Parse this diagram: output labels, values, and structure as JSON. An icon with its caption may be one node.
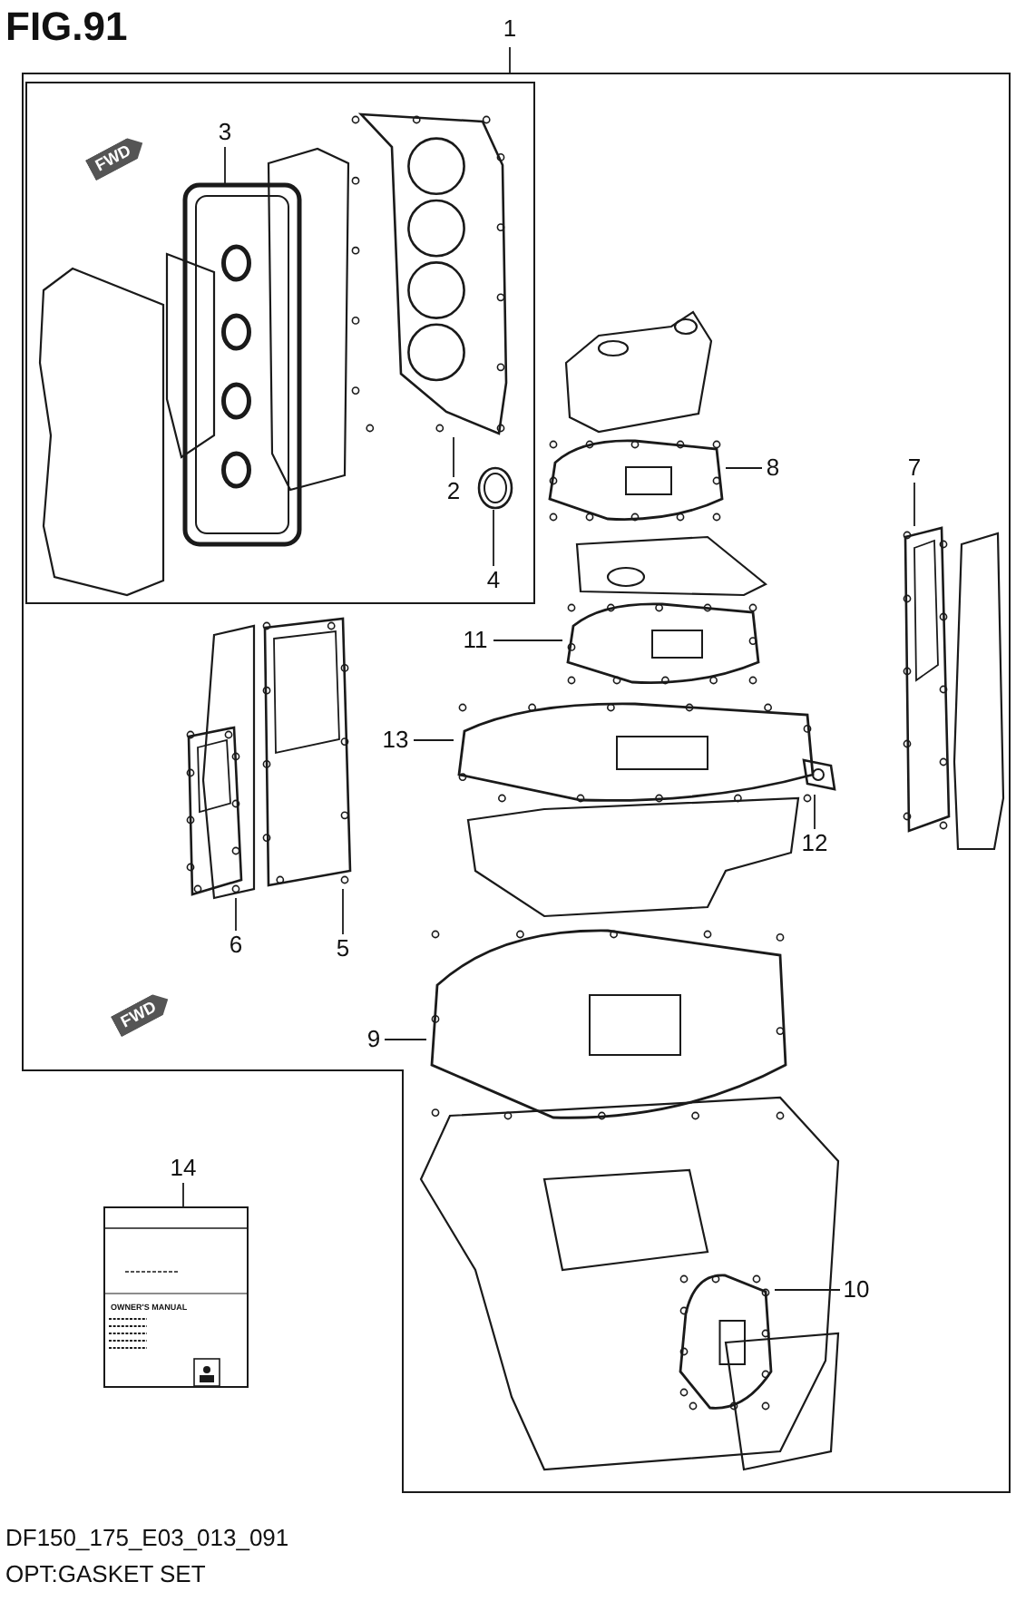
{
  "diagram": {
    "title": "FIG.91",
    "nodes": [
      {
        "text": [
          "1"
        ]
      },
      {
        "text": [],
        "shape": "box"
      },
      {
        "text": [],
        "shape": "box",
        "in": 1
      },
      {
        "text": [
          "3"
        ],
        "in": 2
      },
      {
        "text": [],
        "shape": "picture",
        "in": 2
      },
      {
        "text": [
          "2"
        ],
        "in": 2
      },
      {
        "text": [],
        "shape": "picture",
        "in": 2
      },
      {
        "text": [
          "4"
        ],
        "in": 2
      },
      {
        "text": [],
        "shape": "picture",
        "in": 2
      },
      {
        "text": [
          "8"
        ],
        "in": 1
      },
      {
        "text": [],
        "shape": "picture",
        "in": 1
      },
      {
        "text": [
          "7"
        ],
        "in": 1
      },
      {
        "text": [],
        "shape": "picture",
        "in": 1
      },
      {
        "text": [
          "11"
        ],
        "in": 1
      },
      {
        "text": [],
        "shape": "picture",
        "in": 1
      },
      {
        "text": [
          "13"
        ],
        "in": 1
      },
      {
        "text": [],
        "shape": "picture",
        "in": 1
      },
      {
        "text": [
          "12"
        ],
        "in": 1
      },
      {
        "text": [],
        "shape": "picture",
        "in": 1
      },
      {
        "text": [
          "6"
        ],
        "in": 1
      },
      {
        "text": [],
        "shape": "picture",
        "in": 1
      },
      {
        "text": [
          "5"
        ],
        "in": 1
      },
      {
        "text": [],
        "shape": "picture",
        "in": 1
      },
      {
        "text": [
          "9"
        ],
        "in": 1
      },
      {
        "text": [],
        "shape": "picture",
        "in": 1
      },
      {
        "text": [
          "10"
        ],
        "in": 1
      },
      {
        "text": [],
        "shape": "picture",
        "in": 1
      },
      {
        "text": [
          "14"
        ]
      },
      {
        "text": [],
        "shape": "picture"
      }
    ],
    "edges": [
      {
        "from": 0,
        "to": 1,
        "arrow": "none"
      },
      {
        "from": 3,
        "to": 4,
        "arrow": "none"
      },
      {
        "from": 5,
        "to": 6,
        "arrow": "none"
      },
      {
        "from": 7,
        "to": 8,
        "arrow": "none"
      },
      {
        "from": 9,
        "to": 10,
        "arrow": "none"
      },
      {
        "from": 11,
        "to": 12,
        "arrow": "none"
      },
      {
        "from": 13,
        "to": 14,
        "arrow": "none"
      },
      {
        "from": 15,
        "to": 16,
        "arrow": "none"
      },
      {
        "from": 17,
        "to": 18,
        "arrow": "none"
      },
      {
        "from": 19,
        "to": 20,
        "arrow": "none"
      },
      {
        "from": 21,
        "to": 22,
        "arrow": "none"
      },
      {
        "from": 23,
        "to": 24,
        "arrow": "none"
      },
      {
        "from": 25,
        "to": 26,
        "arrow": "none"
      },
      {
        "from": 27,
        "to": 28,
        "arrow": "none"
      }
    ],
    "labels": [
      "FWD",
      "FWD",
      "OWNER'S MANUAL",
      "DF150_175_E03_013_091",
      "OPT:GASKET SET"
    ]
  }
}
